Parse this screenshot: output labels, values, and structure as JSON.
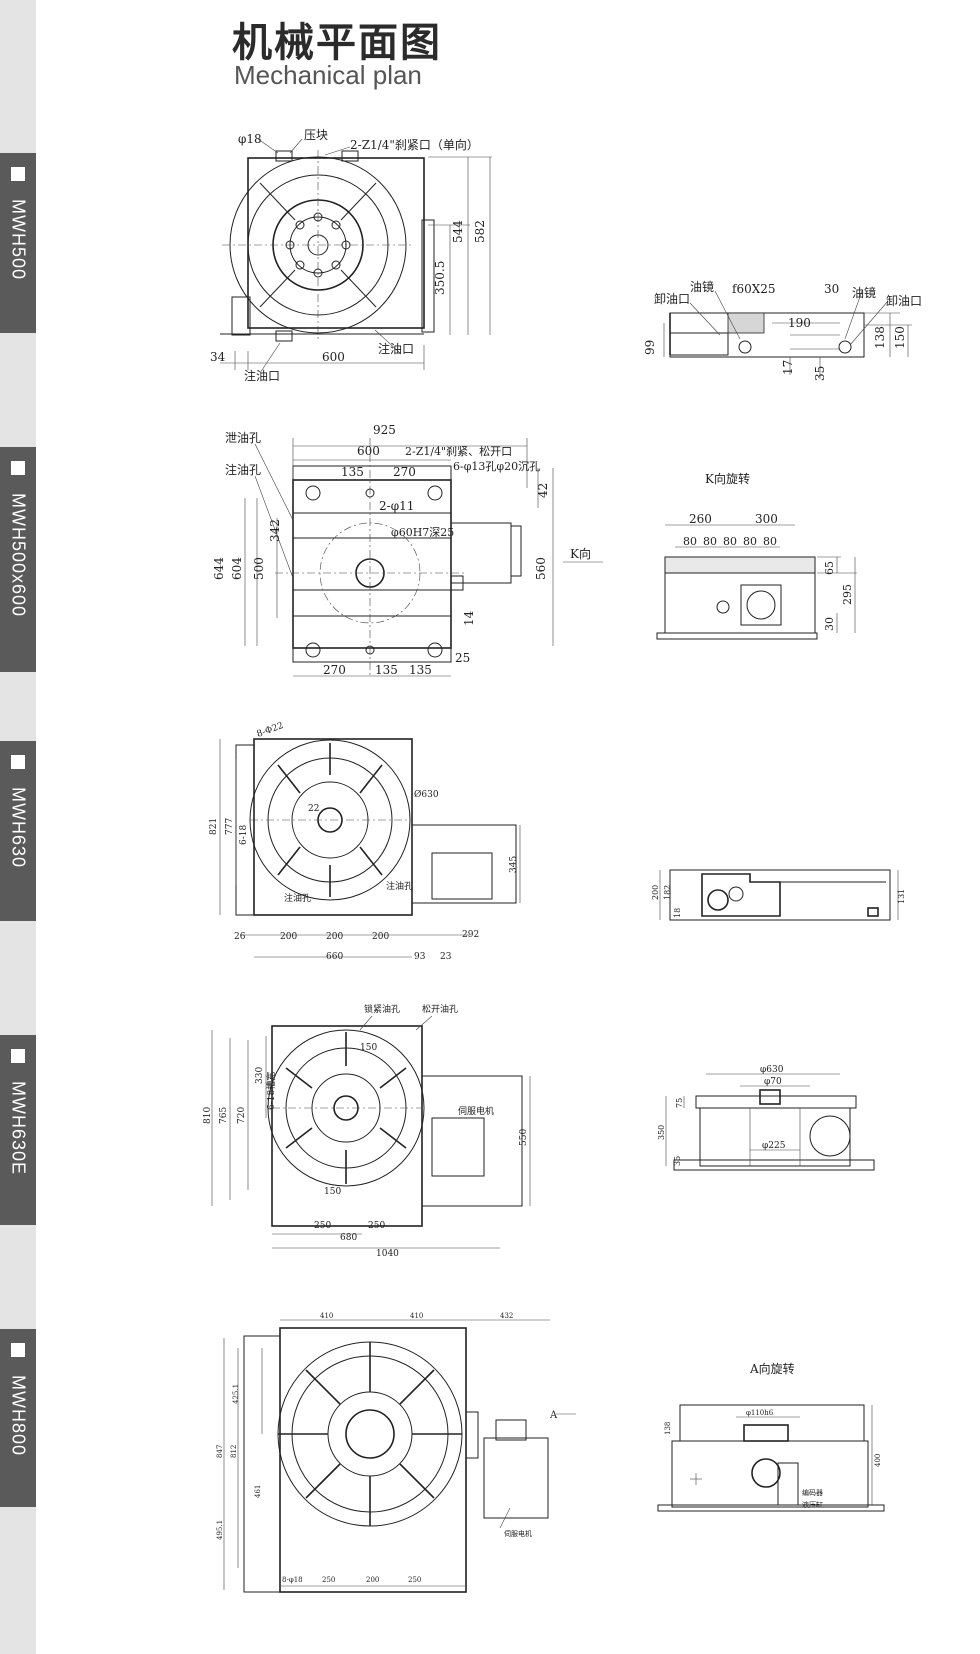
{
  "header": {
    "title_cn": "机械平面图",
    "title_en": "Mechanical plan"
  },
  "models": [
    "MWH500",
    "MWH500x600",
    "MWH630",
    "MWH630E",
    "MWH800"
  ],
  "mwh500": {
    "plan": {
      "d18": "φ18",
      "clamp": "压块",
      "port": "2-Z1/4\"刹紧口（单向）",
      "d544": "544",
      "d582": "582",
      "d350": "350.5",
      "d34": "34",
      "d600": "600",
      "oil_in_1": "注油口",
      "oil_in_2": "注油口"
    },
    "side": {
      "drain_l": "卸油口",
      "mirror_l": "油镜",
      "f60": "f60X25",
      "d30": "30",
      "mirror_r": "油镜",
      "drain_r": "卸油口",
      "d190": "190",
      "d99": "99",
      "d138": "138",
      "d150": "150",
      "d17": "17",
      "d35": "35"
    }
  },
  "mwh500x600": {
    "plan": {
      "d925": "925",
      "drain_hole": "泄油孔",
      "d600": "600",
      "port": "2-Z1/4\"刹紧、松开口",
      "oil_hole": "注油孔",
      "d135": "135",
      "d270": "270",
      "holes": "6-φ13孔φ20沉孔",
      "d42": "42",
      "phi11": "2-φ11",
      "d342": "342",
      "bore": "φ60H7深25",
      "d644": "644",
      "d604": "604",
      "d500": "500",
      "k_dir": "K向",
      "d560": "560",
      "d14": "14",
      "b270": "270",
      "b135a": "135",
      "b135b": "135",
      "d25": "25"
    },
    "kview": {
      "title": "K向旋转",
      "d260": "260",
      "d300": "300",
      "s80a": "80",
      "s80b": "80",
      "s80c": "80",
      "s80d": "80",
      "s80e": "80",
      "d65": "65",
      "d295": "295",
      "d30": "30"
    }
  },
  "mwh630": {
    "plan": {
      "d022": "8-Φ22",
      "d630": "Ø630",
      "d821": "821",
      "d777": "777",
      "d6_18": "6-18",
      "d22": "22",
      "d345": "345",
      "oil_a": "注油孔",
      "oil_b": "注油孔",
      "d26": "26",
      "d200a": "200",
      "d200b": "200",
      "d200c": "200",
      "d292": "292",
      "d660": "660",
      "d93": "93",
      "d23": "23"
    },
    "side": {
      "d200": "200",
      "d182": "182",
      "d18": "18",
      "d131": "131"
    }
  },
  "mwh630e": {
    "plan": {
      "lock": "锁紧油孔",
      "release": "松开油孔",
      "d150": "150",
      "d330": "330",
      "slot": "6-18槽宽",
      "d810": "810",
      "d765": "765",
      "d720": "720",
      "motor": "伺服电机",
      "d550": "550",
      "b150": "150",
      "d250a": "250",
      "d250b": "250",
      "d680": "680",
      "d1040": "1040"
    },
    "side": {
      "d630": "φ630",
      "d70": "φ70",
      "d75": "75",
      "d350": "350",
      "d35": "35",
      "d225": "φ225"
    }
  },
  "mwh800": {
    "plan": {
      "d410a": "410",
      "d410b": "410",
      "d432": "432",
      "d42": "425.1",
      "d847": "847",
      "d812": "812",
      "d495": "495.1",
      "d461": "461",
      "a_dir": "A",
      "motor": "伺服电机",
      "slot": "8-φ18",
      "b250a": "250",
      "b200": "200",
      "b250b": "250"
    },
    "aview": {
      "title": "A向旋转",
      "d1": "φ110h6",
      "d400": "400",
      "d138": "138",
      "enc": "编码器",
      "note": "液压缸"
    }
  }
}
